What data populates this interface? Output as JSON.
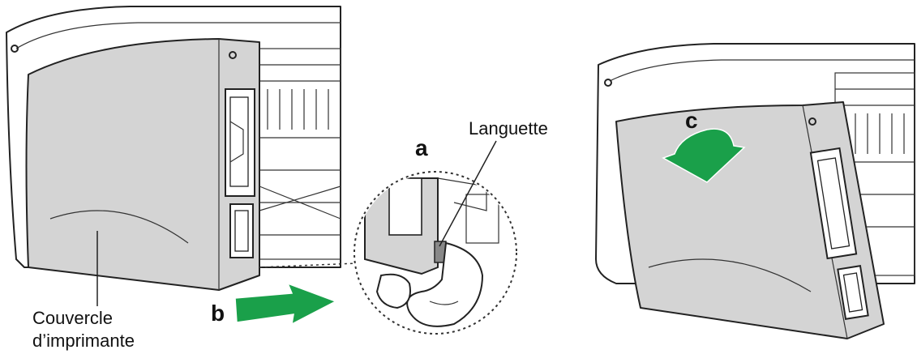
{
  "labels": {
    "printer_cover": [
      "Couvercle",
      "d’imprimante"
    ],
    "tab": "Languette",
    "step_a": "a",
    "step_b": "b",
    "step_c": "c"
  },
  "colors": {
    "cover_fill": "#d4d4d4",
    "arrow_green": "#1aa04a",
    "line": "#222222"
  },
  "icons": {
    "arrow_b": "arrow-right-icon",
    "arrow_c": "curved-arrow-down-icon"
  }
}
